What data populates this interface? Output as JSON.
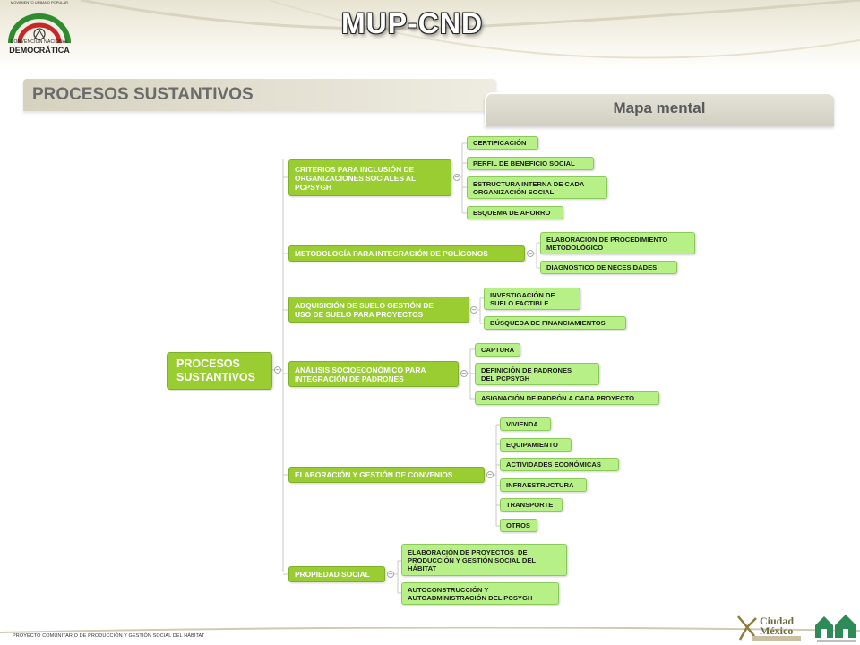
{
  "header": {
    "title": "MUP-CND",
    "logo": {
      "arc_text": "MOVIMIENTO URBANO POPULAR",
      "line1": "CONVENCIÓN NACIONAL",
      "line2": "DEMOCRÁTICA"
    }
  },
  "section": {
    "label": "PROCESOS SUSTANTIVOS"
  },
  "tab": {
    "label": "Mapa mental"
  },
  "mindmap": {
    "root": {
      "label": "PROCESOS\nSUSTANTIVOS"
    },
    "branches": [
      {
        "label": "CRITERIOS PARA INCLUSIÓN DE\nORGANIZACIONES SOCIALES AL\nPCPSYGH",
        "children": [
          "CERTIFICACIÓN",
          "PERFIL DE BENEFICIO SOCIAL",
          "ESTRUCTURA INTERNA DE CADA\nORGANIZACIÓN SOCIAL",
          "ESQUEMA DE AHORRO"
        ]
      },
      {
        "label": "METODOLOGÍA PARA INTEGRACIÓN DE POLÍGONOS",
        "children": [
          "ELABORACIÓN DE PROCEDIMIENTO\nMETODOLÓGICO",
          "DIAGNOSTICO DE NECESIDADES"
        ]
      },
      {
        "label": "ADQUISICIÓN DE SUELO GESTIÓN DE\nUSO DE SUELO PARA PROYECTOS",
        "children": [
          "INVESTIGACIÓN DE\nSUELO FACTIBLE",
          "BÚSQUEDA DE FINANCIAMIENTOS"
        ]
      },
      {
        "label": "ANÁLISIS SOCIOECONÓMICO PARA\nINTEGRACIÓN DE PADRONES",
        "children": [
          "CAPTURA",
          "DEFINICIÓN DE PADRONES\nDEL PCPSYGH",
          "ASIGNACIÓN DE PADRÓN A CADA PROYECTO"
        ]
      },
      {
        "label": "ELABORACIÓN Y GESTIÓN  DE CONVENIOS",
        "children": [
          "VIVIENDA",
          "EQUIPAMIENTO",
          "ACTIVIDADES ECONÓMICAS",
          "INFRAESTRUCTURA",
          "TRANSPORTE",
          "OTROS"
        ]
      },
      {
        "label": "PROPIEDAD SOCIAL",
        "children": [
          "ELABORACIÓN DE PROYECTOS  DE\nPRODUCCIÓN Y GESTIÓN SOCIAL DEL\nHÁBITAT",
          "AUTOCONSTRUCCIÓN Y\nAUTOADMINISTRACIÓN DEL PCSYGH"
        ]
      }
    ]
  },
  "footer": {
    "text": "PROYECTO COMUNITARIO DE PRODUCCIÓN Y GESTIÓN SOCIAL DEL HÁBITAT",
    "city_logo": "Ciudad\nMéxico"
  },
  "colors": {
    "branch_fill": "#9ACD32",
    "leaf_fill": "#b6f086",
    "connector": "#c8c8c8"
  }
}
